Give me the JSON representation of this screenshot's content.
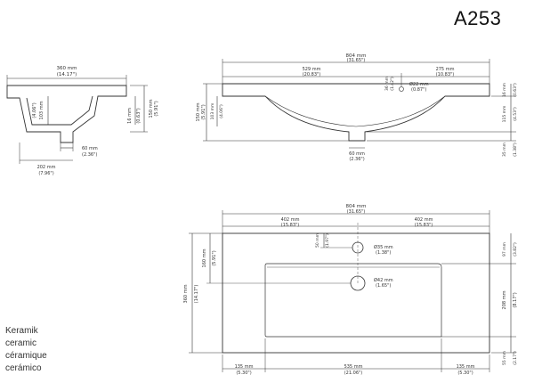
{
  "model": "A253",
  "materials": [
    "Keramik",
    "ceramic",
    "céramique",
    "cerámico"
  ],
  "side_view": {
    "width": {
      "mm": "360 mm",
      "in": "(14.17\")"
    },
    "depth_a": {
      "mm": "103 mm",
      "in": "(4.06\")"
    },
    "rim": {
      "mm": "16 mm",
      "in": "(0.63\")"
    },
    "height": {
      "mm": "150 mm",
      "in": "(5.91\")"
    },
    "drain_width": {
      "mm": "60 mm",
      "in": "(2.36\")"
    },
    "back_offset": {
      "mm": "202 mm",
      "in": "(7.96\")"
    }
  },
  "front_view": {
    "width": {
      "mm": "804 mm",
      "in": "(31.65\")"
    },
    "left_seg": {
      "mm": "529 mm",
      "in": "(20.83\")"
    },
    "right_seg": {
      "mm": "275 mm",
      "in": "(10.83\")"
    },
    "hole_depth": {
      "mm": "36 mm",
      "in": "(1.42\")"
    },
    "hole_dia": {
      "mm": "Ø22 mm",
      "in": "(0.87\")"
    },
    "rim": {
      "mm": "16 mm",
      "in": "(0.63\")"
    },
    "height": {
      "mm": "150 mm",
      "in": "(5.91\")"
    },
    "bowl_depth": {
      "mm": "103 mm",
      "in": "(4.06\")"
    },
    "inner_depth": {
      "mm": "115 mm",
      "in": "(4.53\")"
    },
    "drain_height": {
      "mm": "35 mm",
      "in": "(1.38\")"
    },
    "drain_width": {
      "mm": "60 mm",
      "in": "(2.36\")"
    }
  },
  "top_view": {
    "width": {
      "mm": "804 mm",
      "in": "(31.65\")"
    },
    "half_left": {
      "mm": "402 mm",
      "in": "(15.83\")"
    },
    "half_right": {
      "mm": "402 mm",
      "in": "(15.83\")"
    },
    "tap_offset": {
      "mm": "50 mm",
      "in": "(1.97\")"
    },
    "tap_hole": {
      "mm": "Ø35 mm",
      "in": "(1.38\")"
    },
    "drain_hole": {
      "mm": "Ø42 mm",
      "in": "(1.65\")"
    },
    "to_drain": {
      "mm": "160 mm",
      "in": "(5.91\")"
    },
    "depth": {
      "mm": "360 mm",
      "in": "(14.17\")"
    },
    "back_margin": {
      "mm": "97 mm",
      "in": "(3.82\")"
    },
    "bowl_depth": {
      "mm": "208 mm",
      "in": "(8.17\")"
    },
    "front_margin": {
      "mm": "55 mm",
      "in": "(2.17\")"
    },
    "left_margin": {
      "mm": "135 mm",
      "in": "(5.30\")"
    },
    "bowl_width": {
      "mm": "535 mm",
      "in": "(21.06\")"
    },
    "right_margin": {
      "mm": "135 mm",
      "in": "(5.30\")"
    }
  }
}
